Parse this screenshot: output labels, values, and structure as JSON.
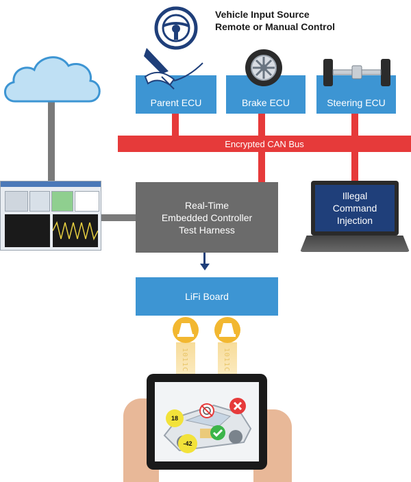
{
  "source": {
    "line1": "Vehicle Input Source",
    "line2": "Remote or Manual Control"
  },
  "ecus": [
    {
      "label": "Parent ECU"
    },
    {
      "label": "Brake ECU"
    },
    {
      "label": "Steering ECU"
    }
  ],
  "can_bus": {
    "label": "Encrypted CAN Bus"
  },
  "harness": {
    "line1": "Real-Time",
    "line2": "Embedded Controller",
    "line3": "Test Harness"
  },
  "laptop": {
    "line1": "Illegal",
    "line2": "Command",
    "line3": "Injection"
  },
  "lifi": {
    "label": "LiFi Board"
  },
  "binary": {
    "left": "1011C",
    "right": "1011C"
  },
  "tablet": {
    "badge_top": "18",
    "badge_bottom": "-42"
  },
  "colors": {
    "ecu_blue": "#3d95d3",
    "bus_red": "#e63a3a",
    "harness_gray": "#6b6b6b",
    "navy": "#1f3f7a"
  }
}
